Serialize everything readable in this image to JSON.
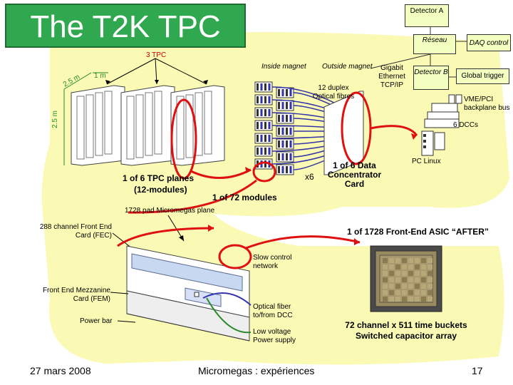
{
  "slide": {
    "title": "The T2K TPC",
    "footer_date": "27 mars 2008",
    "footer_center": "Micromegas : expériences",
    "page_number": "17"
  },
  "network": {
    "detector_a": "Detector A",
    "reseau": "Réseau",
    "daq_control": "DAQ control",
    "detector_b": "Detector B",
    "global_trigger": "Global trigger",
    "vme_pci": "VME/PCI backplane bus",
    "dccs": "6 DCCs",
    "pc_linux": "PC Linux",
    "gigabit": "Gigabit Ethernet TCP/IP"
  },
  "tpc": {
    "three_tpc": "3 TPC",
    "dim_25m_top": "2.5 m",
    "dim_1m": "1 m",
    "dim_25m_side": "2.5 m",
    "plane_label_1": "1 of 6 TPC planes",
    "plane_label_2": "(12-modules)",
    "modules_label": "1 of 72 modules",
    "inside_magnet": "Inside magnet",
    "outside_magnet": "Outside magnet",
    "duplex": "12 duplex Optical fibres",
    "times6": "x6",
    "concentrator": "1 of 6 Data Concentrator Card"
  },
  "electronics": {
    "pad_plane": "1728 pad Micromegas plane",
    "fec": "288 channel Front End Card (FEC)",
    "asic": "1 of 1728 Front-End ASIC “AFTER”",
    "slow_control": "Slow control network",
    "fem": "Front End Mezzanine Card (FEM)",
    "power_bar": "Power bar",
    "optical_fiber": "Optical fiber to/from DCC",
    "low_voltage": "Low voltage Power supply",
    "asic_spec_1": "72 channel x 511 time buckets",
    "asic_spec_2": "Switched capacitor array"
  },
  "colors": {
    "title_green": "#2fa84f",
    "yellow_blob": "#fafab4",
    "highlight_red": "#e01010",
    "fiber_blue": "#3333aa"
  }
}
